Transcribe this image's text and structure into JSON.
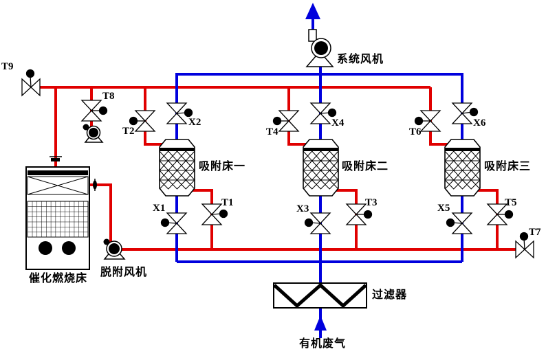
{
  "colors": {
    "clean": "#0000dd",
    "regen": "#e00000",
    "outline": "#000000"
  },
  "labels": {
    "system_fan": "系统风机",
    "desorption_fan": "脱附风机",
    "catalytic_bed": "催化燃烧床",
    "bed1": "吸附床一",
    "bed2": "吸附床二",
    "bed3": "吸附床三",
    "filter": "过滤器",
    "inlet": "有机废气",
    "t1": "T1",
    "t2": "T2",
    "t3": "T3",
    "t4": "T4",
    "t5": "T5",
    "t6": "T6",
    "t7": "T7",
    "t8": "T8",
    "t9": "T9",
    "x1": "X1",
    "x2": "X2",
    "x3": "X3",
    "x4": "X4",
    "x5": "X5",
    "x6": "X6"
  }
}
